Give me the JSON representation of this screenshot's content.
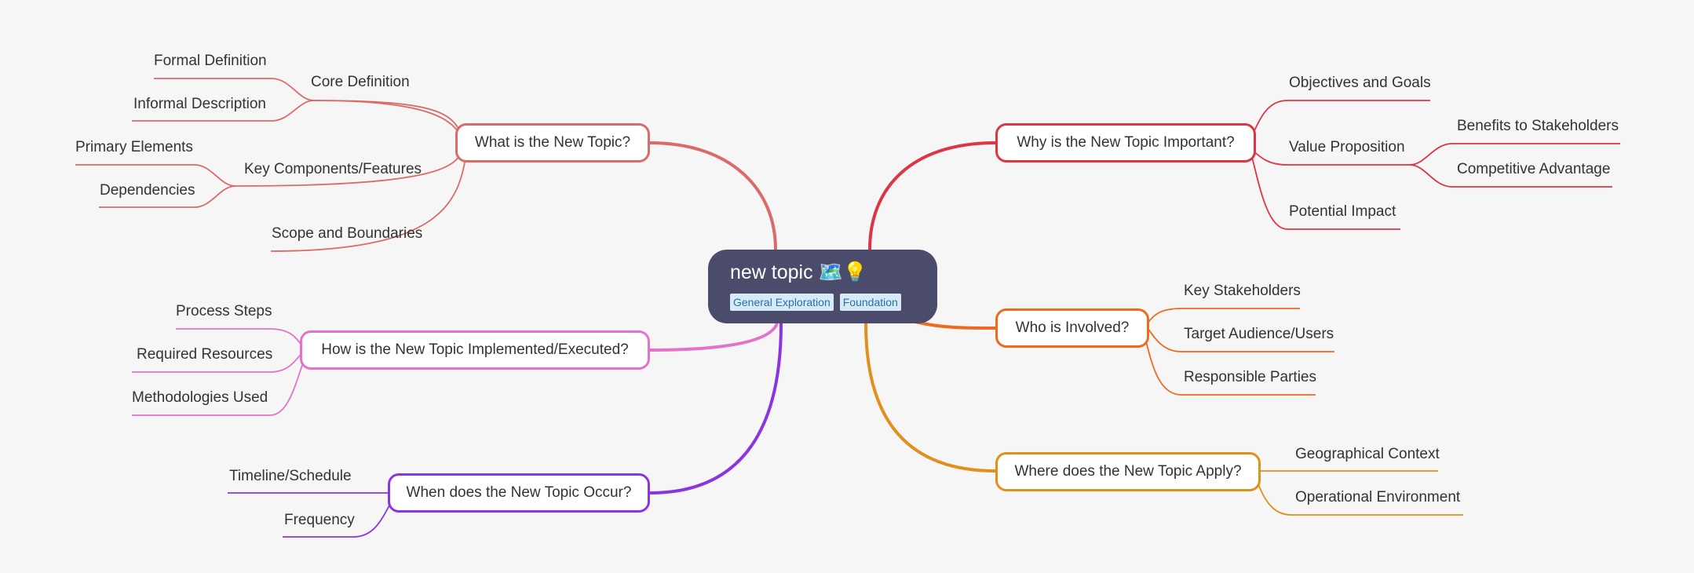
{
  "central": {
    "title": "new topic 🗺️💡",
    "tags": [
      "General Exploration",
      "Foundation"
    ]
  },
  "colors": {
    "what": "#d96b6b",
    "how": "#e372c8",
    "when": "#8a35e0",
    "why": "#dc3545",
    "who": "#ee6a1e",
    "where": "#e0901c",
    "central_bg": "#4b4b6b"
  },
  "branches": {
    "what": {
      "label": "What is the New Topic?",
      "children": [
        {
          "label": "Core Definition",
          "children": [
            "Formal Definition",
            "Informal Description"
          ]
        },
        {
          "label": "Key Components/Features",
          "children": [
            "Primary Elements",
            "Dependencies"
          ]
        },
        {
          "label": "Scope and Boundaries",
          "children": []
        }
      ]
    },
    "how": {
      "label": "How is the New Topic Implemented/Executed?",
      "children": [
        "Process Steps",
        "Required Resources",
        "Methodologies Used"
      ]
    },
    "when": {
      "label": "When does the New Topic Occur?",
      "children": [
        "Timeline/Schedule",
        "Frequency"
      ]
    },
    "why": {
      "label": "Why is the New Topic Important?",
      "children": [
        {
          "label": "Objectives and Goals",
          "children": []
        },
        {
          "label": "Value Proposition",
          "children": [
            "Benefits to Stakeholders",
            "Competitive Advantage"
          ]
        },
        {
          "label": "Potential Impact",
          "children": []
        }
      ]
    },
    "who": {
      "label": "Who is Involved?",
      "children": [
        "Key Stakeholders",
        "Target Audience/Users",
        "Responsible Parties"
      ]
    },
    "where": {
      "label": "Where does the New Topic Apply?",
      "children": [
        "Geographical Context",
        "Operational Environment"
      ]
    }
  }
}
